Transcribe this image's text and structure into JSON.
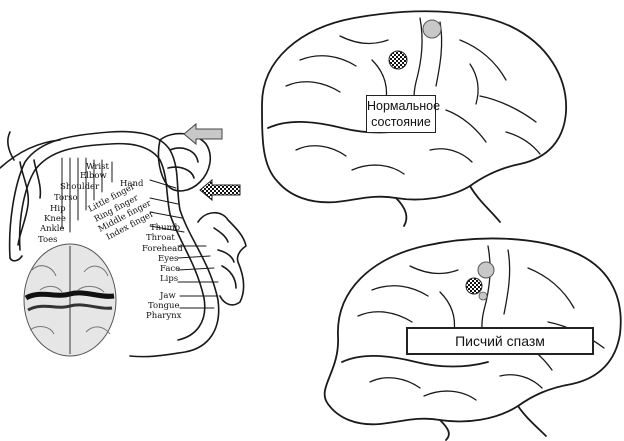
{
  "captions": {
    "normal_state": "Нормальное состояние",
    "writers_cramp": "Писчий спазм"
  },
  "homunculus_labels": [
    "Wrist",
    "Elbow",
    "Hand",
    "Shoulder",
    "Torso",
    "Hip",
    "Knee",
    "Ankle",
    "Toes",
    "Little finger",
    "Ring finger",
    "Middle finger",
    "Index finger",
    "Thumb",
    "Throat",
    "Forehead",
    "Eyes",
    "Face",
    "Lips",
    "Jaw",
    "Tongue",
    "Pharynx"
  ],
  "colors": {
    "outline": "#1a1a1a",
    "normal_marker": "#c8c8c8",
    "arrow_normal": "#c8c8c8"
  }
}
